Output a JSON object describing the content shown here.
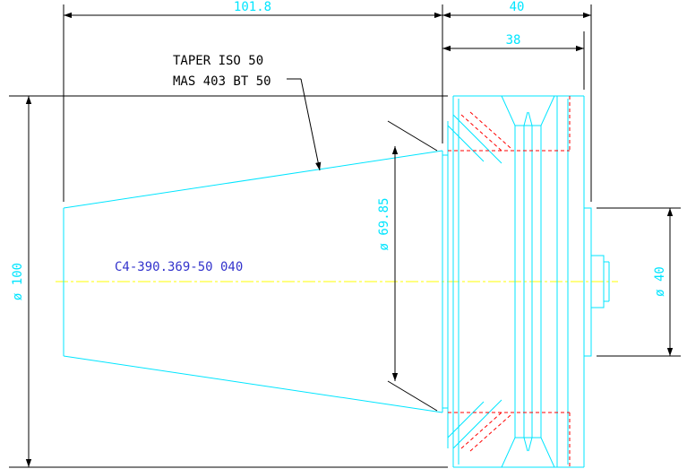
{
  "dimensions": {
    "overall_length": "101.8",
    "flange_width": "40",
    "flange_inner_width": "38",
    "flange_diameter": "ø 100",
    "taper_diameter": "ø 69.85",
    "pilot_diameter": "ø 40"
  },
  "notes": {
    "taper_line1": "TAPER ISO 50",
    "taper_line2": "MAS 403 BT 50"
  },
  "part_number": "C4-390.369-50 040",
  "colors": {
    "geometry": "#00e5ff",
    "dimension": "#000000",
    "hidden": "#ff0000",
    "centerline": "#ffff00",
    "part_label": "#3333cc"
  }
}
